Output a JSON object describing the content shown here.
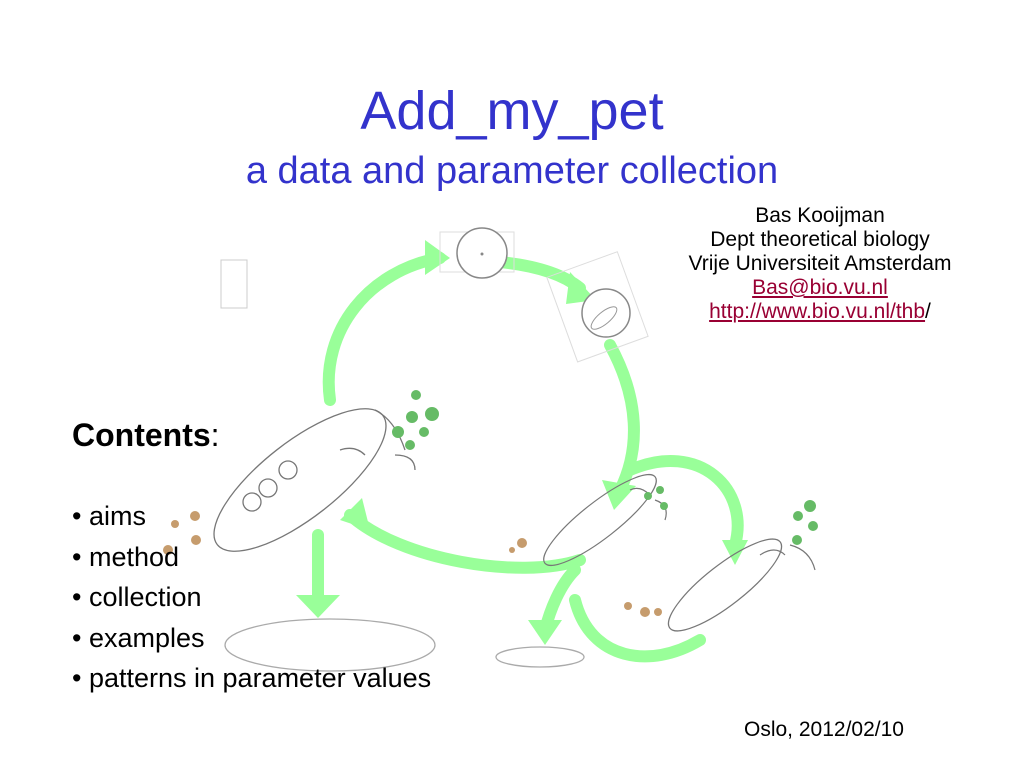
{
  "title": {
    "main": "Add_my_pet",
    "sub": "a data and parameter collection"
  },
  "author": {
    "name": "Bas Kooijman",
    "dept": "Dept theoretical biology",
    "university": "Vrije Universiteit Amsterdam",
    "email": "Bas@bio.vu.nl",
    "url_link": "http://www.bio.vu.nl/thb",
    "url_suffix": "/"
  },
  "contents": {
    "heading": "Contents",
    "heading_suffix": ":",
    "items": [
      "• aims",
      "• method",
      "• collection",
      "• examples",
      "• patterns in parameter values"
    ]
  },
  "date": "Oslo, 2012/02/10",
  "colors": {
    "title": "#3333cc",
    "arrow": "#99ff99",
    "link": "#990033"
  }
}
